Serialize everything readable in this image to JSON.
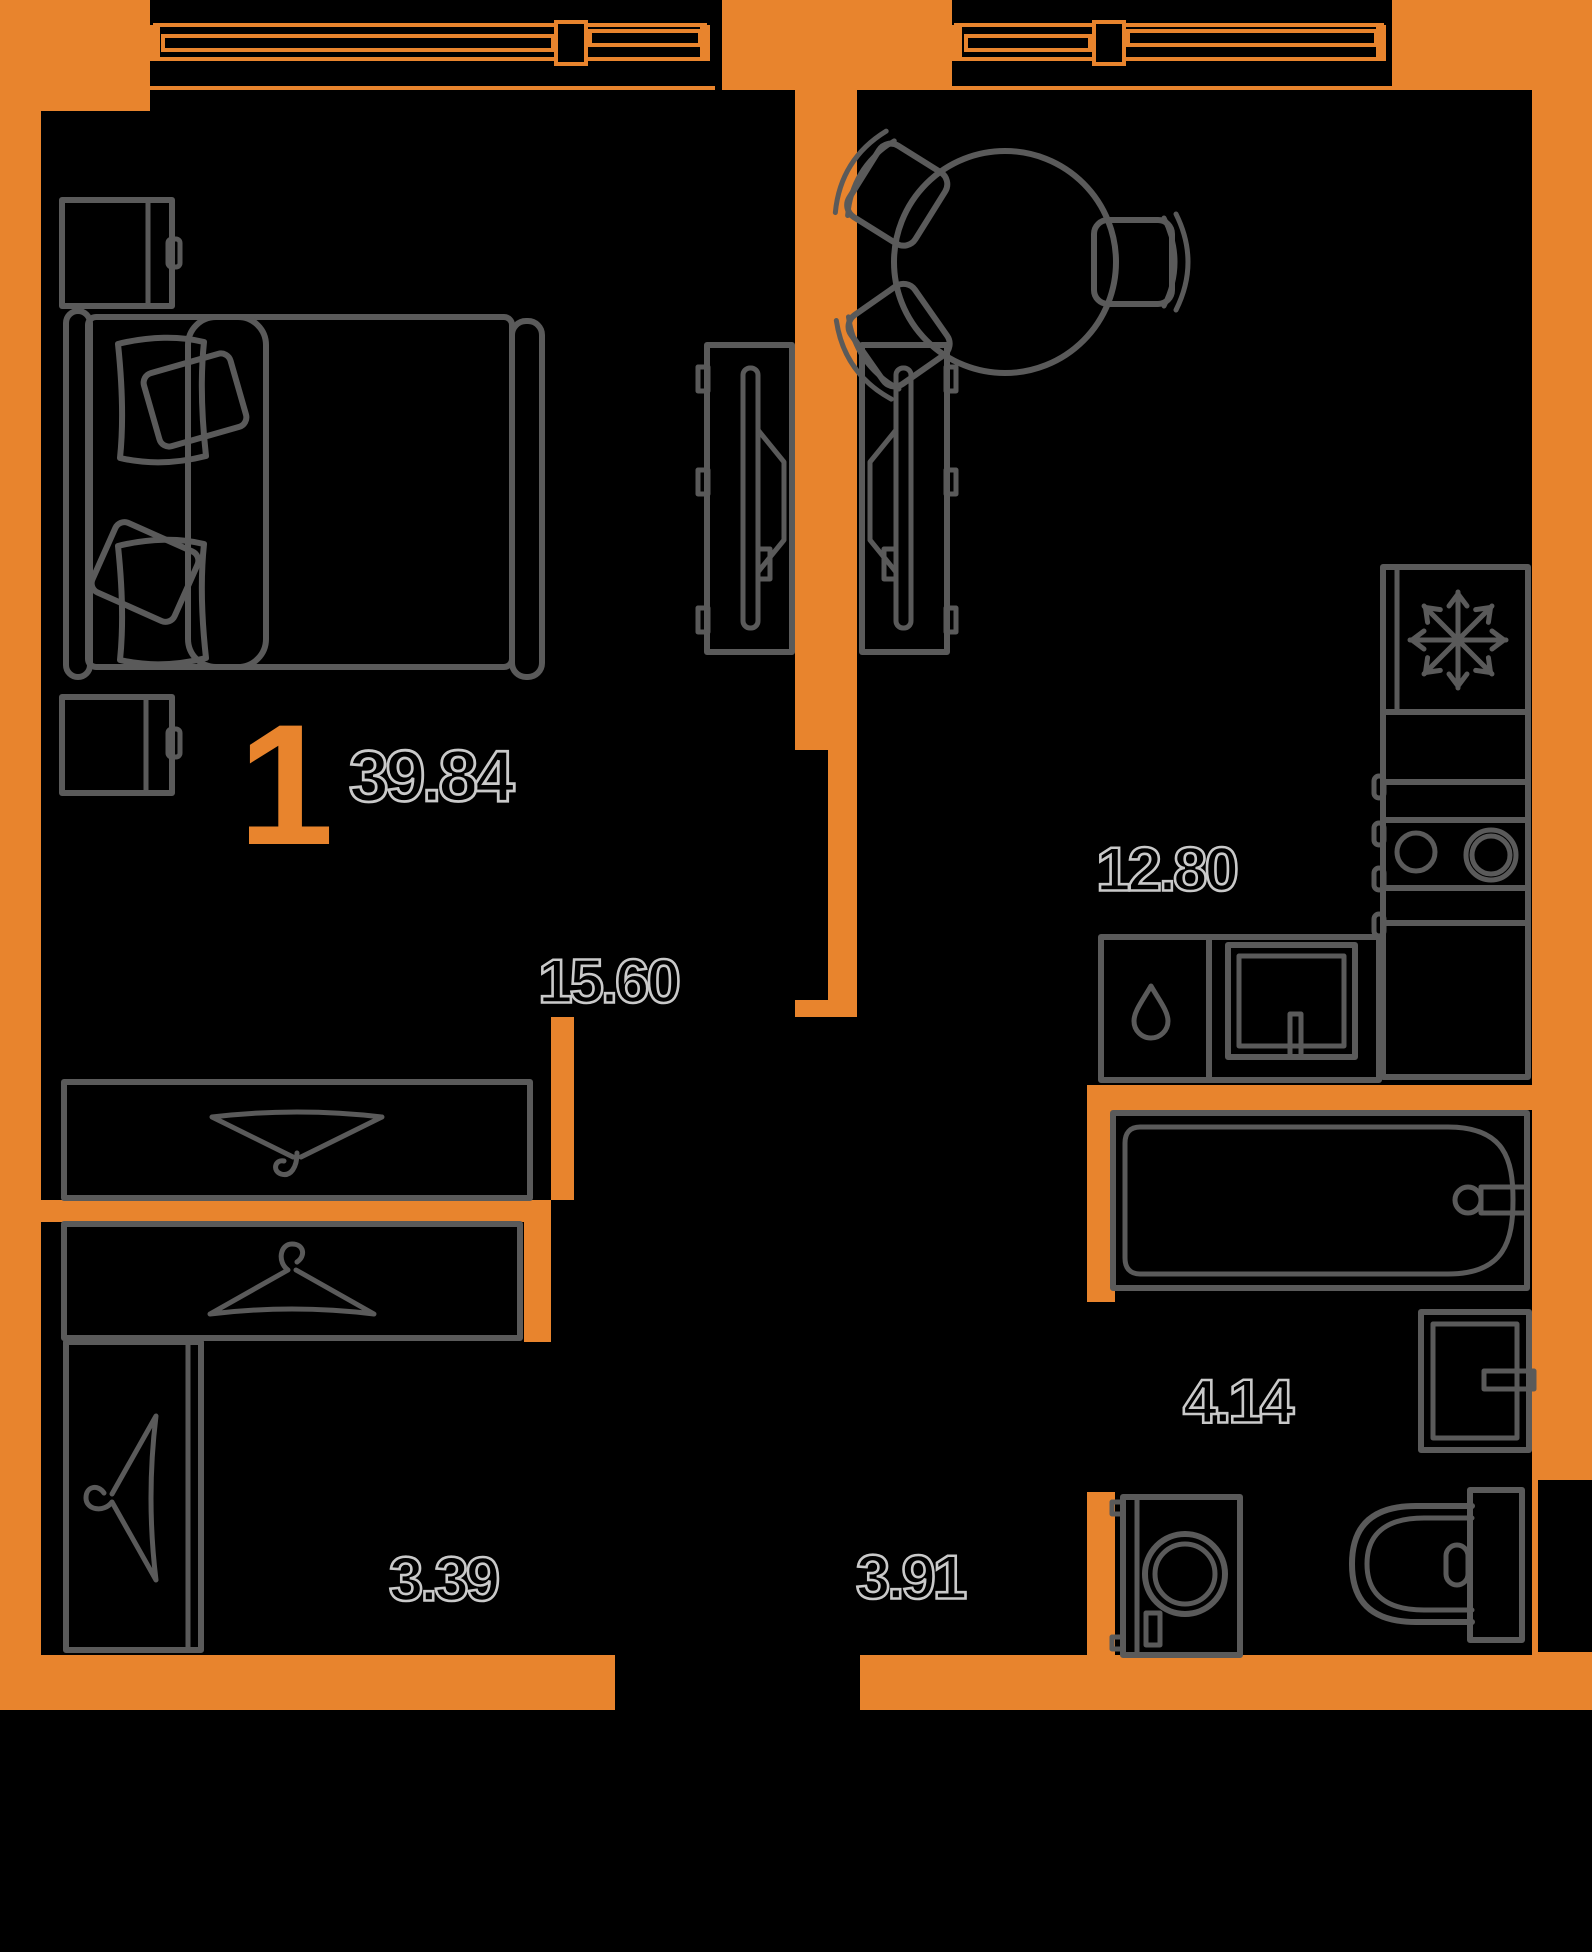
{
  "floor_plan": {
    "unit": {
      "rooms_count": "1",
      "total_area": "39.84"
    },
    "rooms": [
      {
        "id": "living-room",
        "area": "15.60"
      },
      {
        "id": "kitchen",
        "area": "12.80"
      },
      {
        "id": "bathroom",
        "area": "4.14"
      },
      {
        "id": "hallway",
        "area": "3.39"
      },
      {
        "id": "corridor",
        "area": "3.91"
      }
    ]
  },
  "icons": {
    "fridge": "snowflake-icon",
    "sink_cabinet": "water-drop-icon",
    "wardrobes": "hanger-icon",
    "stove": "burner-rings-icon"
  },
  "colors": {
    "background": "#000000",
    "wall": "#E8842D",
    "accent": "#E8842D",
    "furniture": "#5A5A5A",
    "label_outline": "#C9C9C9"
  }
}
